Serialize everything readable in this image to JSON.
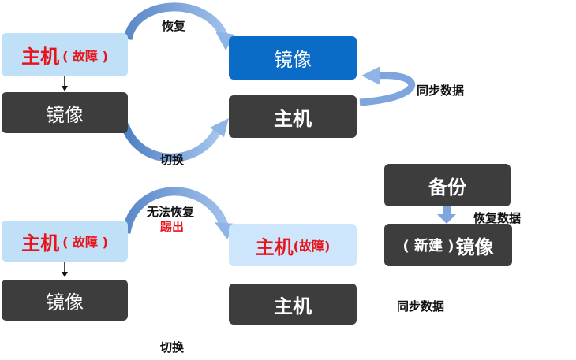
{
  "top": {
    "host_fault": {
      "main": "主机",
      "sub": "( 故障 )"
    },
    "mirror_left": "镜像",
    "mirror_right": "镜像",
    "host_right": "主机",
    "label_restore": "恢复",
    "label_switch": "切换",
    "label_sync": "同步数据"
  },
  "bottom": {
    "host_fault": {
      "main": "主机",
      "sub": "( 故障 )"
    },
    "mirror_left": "镜像",
    "host_fault_right": {
      "main": "主机",
      "sub": "(故障)"
    },
    "host_right": "主机",
    "label_cannot_restore": "无法恢复",
    "label_kick_out": "踢出",
    "label_switch": "切换",
    "label_sync": "同步数据"
  },
  "side": {
    "backup": "备份",
    "new_mirror": {
      "prefix": "( 新建 )",
      "main": "镜像"
    },
    "label_restore_data": "恢复数据"
  },
  "colors": {
    "dark_box": "#3d3d3d",
    "light_box": "#bfe0f6",
    "blue_box": "#0b6cc7",
    "red_text": "#e8141c",
    "arrow_blue": "#7ea6dc"
  }
}
